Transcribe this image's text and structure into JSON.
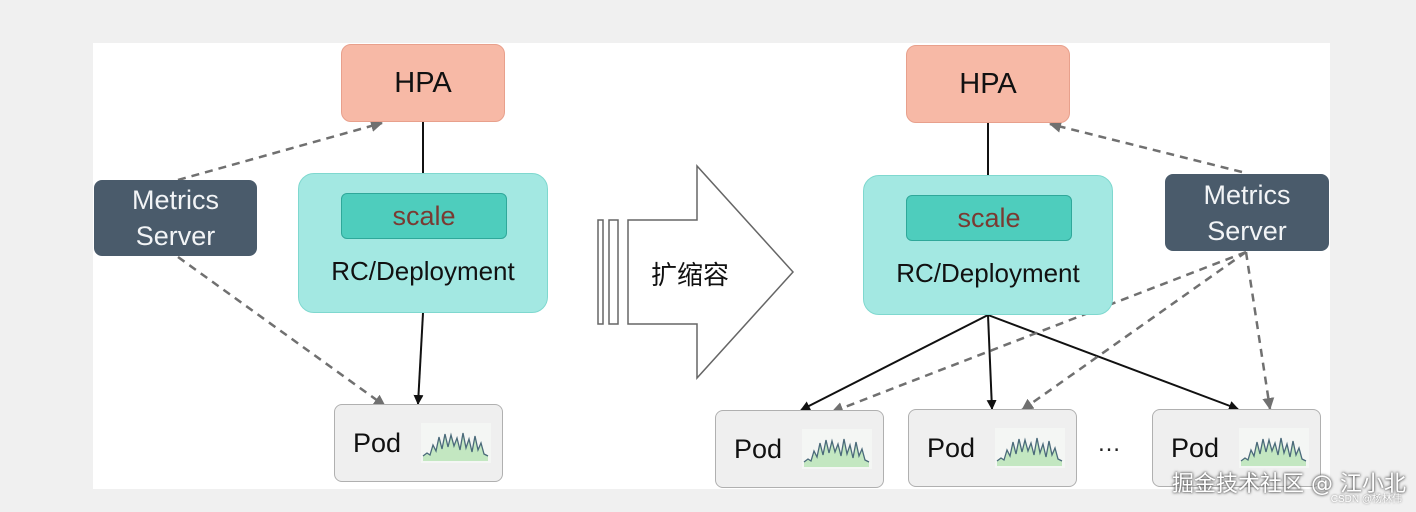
{
  "left": {
    "hpa_label": "HPA",
    "scale_label": "scale",
    "rc_label": "RC/Deployment",
    "metrics_line1": "Metrics",
    "metrics_line2": "Server",
    "pod_label": "Pod"
  },
  "middle": {
    "arrow_label": "扩缩容"
  },
  "right": {
    "hpa_label": "HPA",
    "scale_label": "scale",
    "rc_label": "RC/Deployment",
    "metrics_line1": "Metrics",
    "metrics_line2": "Server",
    "pods": [
      "Pod",
      "Pod",
      "Pod"
    ],
    "ellipsis": "…"
  },
  "watermark": {
    "main": "掘金技术社区 @ 江小北",
    "sub": "CSDN @杨林伟"
  },
  "colors": {
    "hpa": "#f7b9a6",
    "rc": "#a3e8e2",
    "scale": "#4ecdbd",
    "metrics": "#4a5b6b",
    "pod": "#efefef"
  }
}
